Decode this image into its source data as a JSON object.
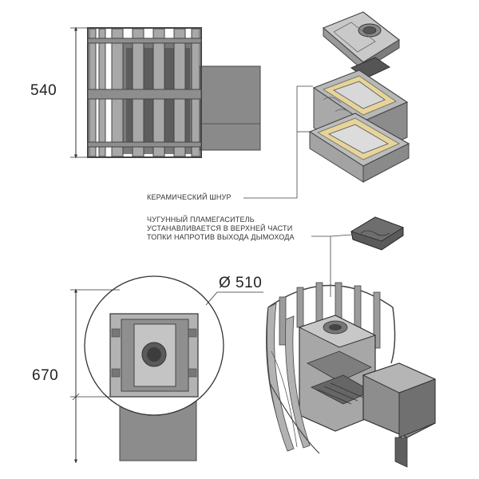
{
  "dimensions": {
    "height": "540",
    "diameter": "Ø 510",
    "depth": "670"
  },
  "callouts": {
    "ceramic_cord": "КЕРАМИЧЕСКИЙ ШНУР",
    "flame_damper": [
      "ЧУГУННЫЙ ПЛАМЕГАСИТЕЛЬ",
      "УСТАНАВЛИВАЕТСЯ В ВЕРХНЕЙ ЧАСТИ",
      "ТОПКИ НАПРОТИВ ВЫХОДА ДЫМОХОДА"
    ]
  },
  "colors": {
    "metal_dark": "#6f6f6f",
    "metal_mid": "#9a9a9a",
    "metal_light": "#c9c9c9",
    "ceramic_cord": "#e6d49a",
    "line": "#333333"
  }
}
